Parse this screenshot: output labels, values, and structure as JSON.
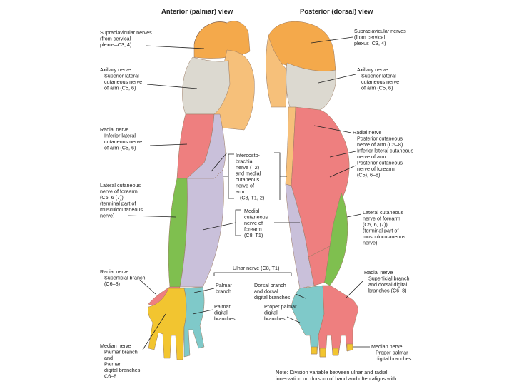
{
  "headings": {
    "anterior": "Anterior (palmar) view",
    "posterior": "Posterior (dorsal) view"
  },
  "colors": {
    "supraclavicular": "#f4a94b",
    "axillary": "#dcd9d0",
    "radial": "#ee7f7f",
    "lateral_cutaneous": "#7fbf4f",
    "medial": "#c9c0da",
    "ulnar": "#7fc9c9",
    "median": "#f2c530",
    "skin": "#f6c07a"
  },
  "left_labels": [
    [
      "Supraclavicular nerves",
      "(from cervical",
      "plexus–C3, 4)"
    ],
    [
      "Axillary nerve",
      "Superior lateral",
      "cutaneous nerve",
      "of arm (C5, 6)"
    ],
    [
      "Radial nerve",
      "Inferior lateral",
      "cutaneous nerve",
      "of arm (C5, 6)"
    ],
    [
      "Lateral cutaneous",
      "nerve of forearm",
      "(C5, 6 (7))",
      "(terminal part of",
      "musculocutaneous",
      "nerve)"
    ],
    [
      "Radial nerve",
      "Superficial branch",
      "(C6–8)"
    ],
    [
      "Median nerve",
      "Palmar branch",
      "and",
      "Palmar",
      "digital branches",
      "C6–8"
    ]
  ],
  "center_labels": {
    "intercostobrachial": [
      "Intercosto-",
      "brachial",
      "nerve (T2)",
      "and medial",
      "cutaneous",
      "nerve of",
      "arm",
      "(C8, T1, 2)"
    ],
    "medial_forearm": [
      "Medial",
      "cutaneous",
      "nerve of",
      "forearm",
      "(C8, T1)"
    ],
    "ulnar": "Ulnar nerve (C8, T1)",
    "palmar_branch": [
      "Palmar",
      "branch"
    ],
    "palmar_digital": [
      "Palmar",
      "digital",
      "branches"
    ],
    "dorsal_branch": [
      "Dorsal branch",
      "and dorsal",
      "digital branches"
    ],
    "proper_palmar": [
      "Proper palmar",
      "digital",
      "branches"
    ]
  },
  "right_labels": [
    [
      "Supraclavicular nerves",
      "(from cervical",
      "plexus–C3, 4)"
    ],
    [
      "Axillary nerve",
      "Superior lateral",
      "cutaneous nerve",
      "of arm (C5, 6)"
    ],
    [
      "Radial nerve",
      "Posterior cutaneous",
      "nerve of arm (C5–8)",
      "Inferior lateral cutaneous",
      "nerve of arm",
      "Posterior cutaneous",
      "nerve of forearm",
      "(C5), 6–8)"
    ],
    [
      "Lateral cutaneous",
      "nerve of forearm",
      "(C5, 6, (7))",
      "(terminal part of",
      "musculocutaneous",
      "nerve)"
    ],
    [
      "Radial nerve",
      "Superficial branch",
      "and dorsal digital",
      "branches (C6–8)"
    ],
    [
      "Median nerve",
      "Proper palmar",
      "digital branches"
    ]
  ],
  "note": [
    "Note: Division variable between ulnar and radial",
    "innervation on dorsum of hand and often aligns with"
  ]
}
